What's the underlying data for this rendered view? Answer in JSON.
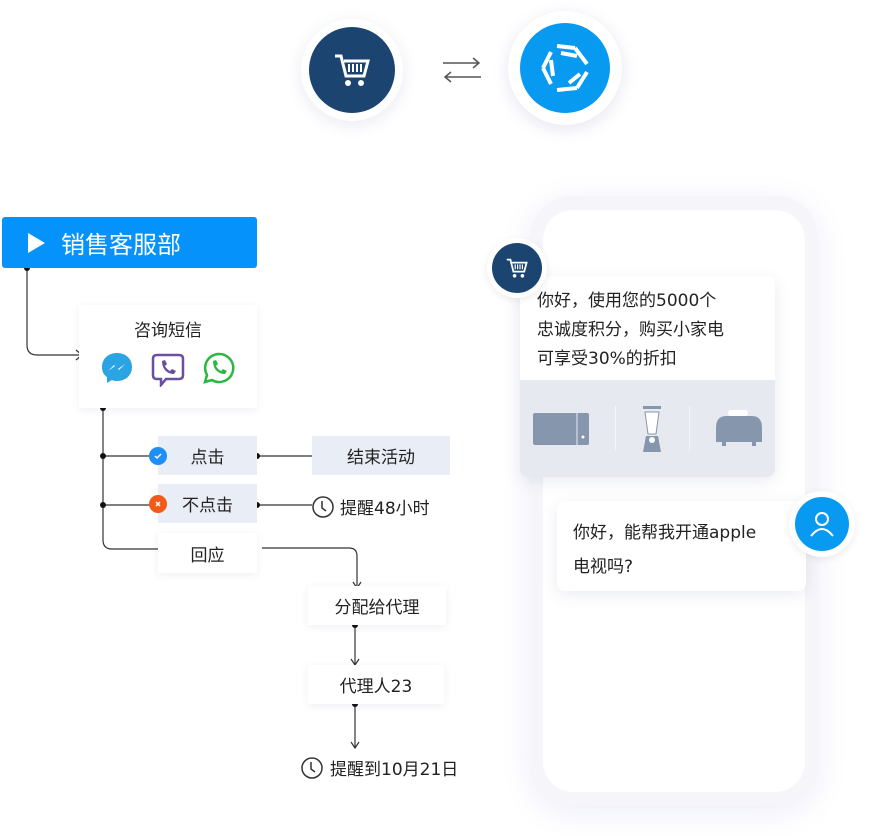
{
  "header": {
    "title": "销售客服部"
  },
  "flow": {
    "card_title": "咨询短信",
    "channels": [
      "messenger-icon",
      "viber-icon",
      "whatsapp-icon"
    ],
    "click": "点击",
    "no_click": "不点击",
    "reply": "回应",
    "end": "结束活动",
    "remind48": "提醒48小时",
    "assign": "分配给代理",
    "agent": "代理人23",
    "remind_date": "提醒到10月21日"
  },
  "chat": {
    "bot_lines": [
      "你好，使用您的5000个",
      "忠诚度积分，购买小家电",
      "可享受30%的折扣"
    ],
    "products": [
      "microwave-icon",
      "blender-icon",
      "toaster-icon"
    ],
    "user_lines": [
      "你好，能帮我开通apple",
      "电视吗?"
    ]
  },
  "colors": {
    "navy": "#1b4570",
    "blue": "#0899f0",
    "header": "#0593fb",
    "chip": "#e9edf5"
  }
}
